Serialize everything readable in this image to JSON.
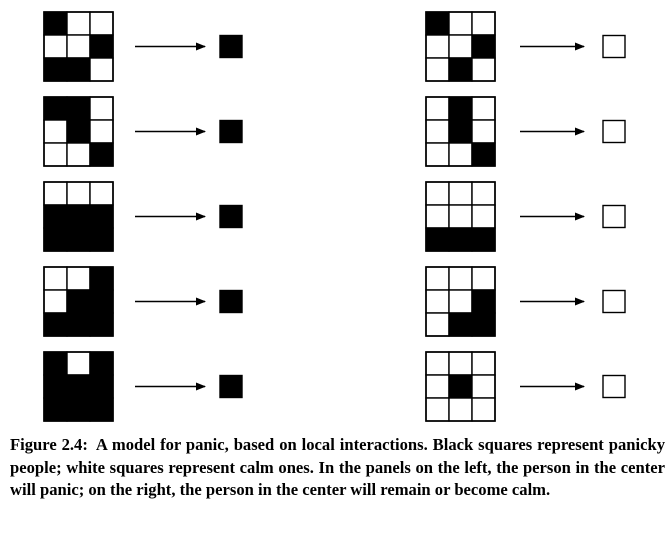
{
  "caption": {
    "label": "Figure 2.4:",
    "text": "A model for panic, based on local interactions. Black squares represent panicky people; white squares represent calm ones. In the panels on the left, the person in the center will panic; on the right, the person in the center will remain or become calm."
  },
  "colors": {
    "panicky": "#000000",
    "calm": "#ffffff",
    "line": "#000000"
  },
  "panels": {
    "left": [
      {
        "grid": [
          [
            1,
            0,
            0
          ],
          [
            0,
            0,
            1
          ],
          [
            1,
            1,
            0
          ]
        ],
        "result": 1
      },
      {
        "grid": [
          [
            1,
            1,
            0
          ],
          [
            0,
            1,
            0
          ],
          [
            0,
            0,
            1
          ]
        ],
        "result": 1
      },
      {
        "grid": [
          [
            0,
            0,
            0
          ],
          [
            1,
            1,
            1
          ],
          [
            1,
            1,
            1
          ]
        ],
        "result": 1
      },
      {
        "grid": [
          [
            0,
            0,
            1
          ],
          [
            0,
            1,
            1
          ],
          [
            1,
            1,
            1
          ]
        ],
        "result": 1
      },
      {
        "grid": [
          [
            1,
            0,
            1
          ],
          [
            1,
            1,
            1
          ],
          [
            1,
            1,
            1
          ]
        ],
        "result": 1
      }
    ],
    "right": [
      {
        "grid": [
          [
            1,
            0,
            0
          ],
          [
            0,
            0,
            1
          ],
          [
            0,
            1,
            0
          ]
        ],
        "result": 0
      },
      {
        "grid": [
          [
            0,
            1,
            0
          ],
          [
            0,
            1,
            0
          ],
          [
            0,
            0,
            1
          ]
        ],
        "result": 0
      },
      {
        "grid": [
          [
            0,
            0,
            0
          ],
          [
            0,
            0,
            0
          ],
          [
            1,
            1,
            1
          ]
        ],
        "result": 0
      },
      {
        "grid": [
          [
            0,
            0,
            0
          ],
          [
            0,
            0,
            1
          ],
          [
            0,
            1,
            1
          ]
        ],
        "result": 0
      },
      {
        "grid": [
          [
            0,
            0,
            0
          ],
          [
            0,
            1,
            0
          ],
          [
            0,
            0,
            0
          ]
        ],
        "result": 0
      }
    ]
  }
}
